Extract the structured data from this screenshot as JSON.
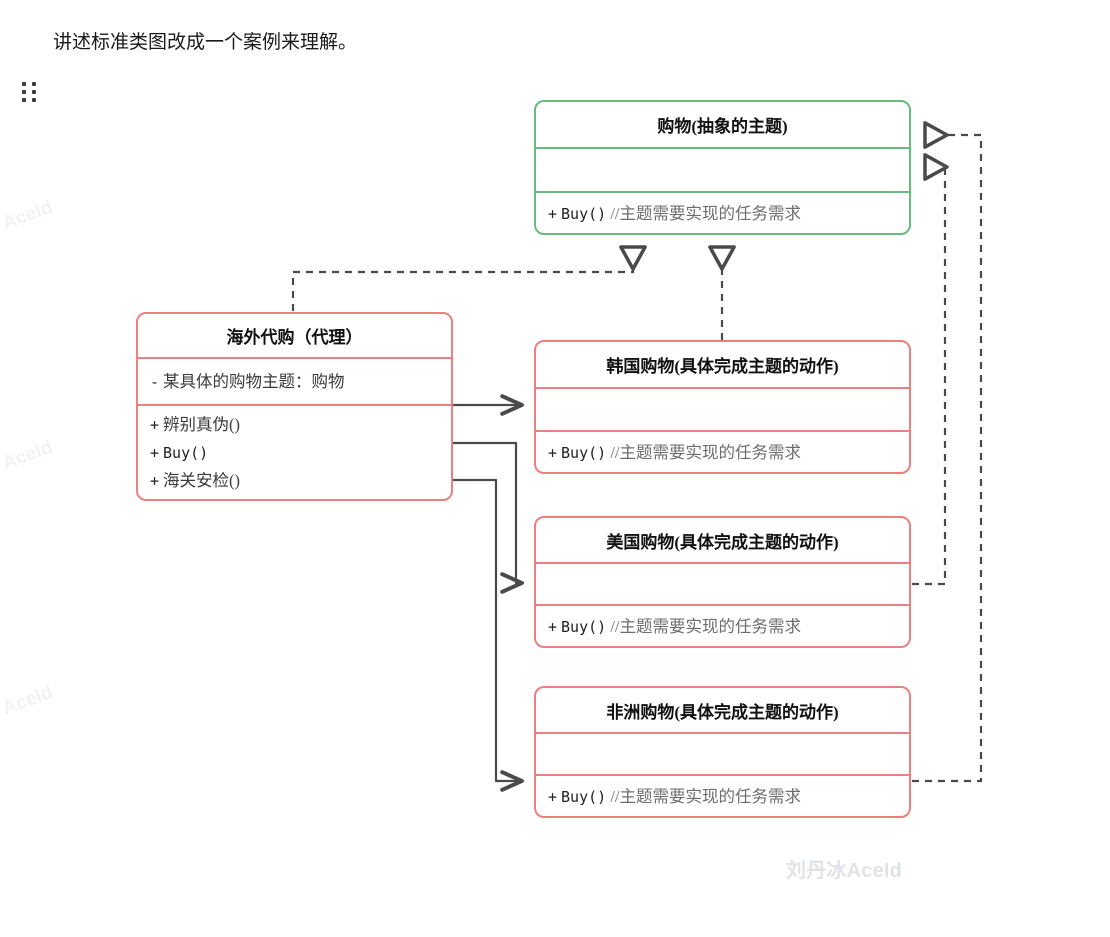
{
  "page": {
    "intro_text": "讲述标准类图改成一个案例来理解。",
    "drag_handle_icon": "drag-dots-icon",
    "watermark_bottom": "刘丹冰AceId",
    "watermark_side": "AceId",
    "colors": {
      "abstract_border": "#67bb7f",
      "concrete_border": "#ec8080",
      "connector": "#4a4a4a",
      "text": "#222222",
      "comment": "#6e6e6e",
      "watermark": "#dfe3e8"
    }
  },
  "diagram": {
    "type": "uml-class-diagram",
    "classes": [
      {
        "id": "shopping",
        "name": "购物(抽象的主题)",
        "stereotype": "abstract",
        "border_color": "#67bb7f",
        "attributes": [],
        "methods": [
          {
            "visibility": "+",
            "signature": "Buy()",
            "comment": "//主题需要实现的任务需求"
          }
        ]
      },
      {
        "id": "overseas-agent",
        "name": "海外代购（代理）",
        "stereotype": "proxy",
        "border_color": "#ec8080",
        "attributes": [
          {
            "visibility": "-",
            "signature": "某具体的购物主题：购物"
          }
        ],
        "methods": [
          {
            "visibility": "+",
            "signature": "辨别真伪()"
          },
          {
            "visibility": "+",
            "signature": "Buy()"
          },
          {
            "visibility": "+",
            "signature": "海关安检()"
          }
        ]
      },
      {
        "id": "korea-shopping",
        "name": "韩国购物(具体完成主题的动作)",
        "stereotype": "concrete",
        "border_color": "#ec8080",
        "attributes": [],
        "methods": [
          {
            "visibility": "+",
            "signature": "Buy()",
            "comment": "//主题需要实现的任务需求"
          }
        ]
      },
      {
        "id": "usa-shopping",
        "name": "美国购物(具体完成主题的动作)",
        "stereotype": "concrete",
        "border_color": "#ec8080",
        "attributes": [],
        "methods": [
          {
            "visibility": "+",
            "signature": "Buy()",
            "comment": "//主题需要实现的任务需求"
          }
        ]
      },
      {
        "id": "africa-shopping",
        "name": "非洲购物(具体完成主题的动作)",
        "stereotype": "concrete",
        "border_color": "#ec8080",
        "attributes": [],
        "methods": [
          {
            "visibility": "+",
            "signature": "Buy()",
            "comment": "//主题需要实现的任务需求"
          }
        ]
      }
    ],
    "relations": [
      {
        "from": "overseas-agent",
        "to": "shopping",
        "kind": "realization",
        "line": "dashed",
        "arrow": "hollow-triangle"
      },
      {
        "from": "korea-shopping",
        "to": "shopping",
        "kind": "realization",
        "line": "dashed",
        "arrow": "hollow-triangle"
      },
      {
        "from": "africa-shopping",
        "to": "shopping",
        "kind": "realization",
        "line": "dashed",
        "arrow": "hollow-triangle"
      },
      {
        "from": "usa-shopping",
        "to": "shopping",
        "kind": "realization",
        "line": "dashed",
        "arrow": "hollow-triangle"
      },
      {
        "from": "overseas-agent",
        "to": "korea-shopping",
        "kind": "association",
        "line": "solid",
        "arrow": "open-arrow"
      },
      {
        "from": "overseas-agent",
        "to": "usa-shopping",
        "kind": "association",
        "line": "solid",
        "arrow": "open-arrow"
      },
      {
        "from": "overseas-agent",
        "to": "africa-shopping",
        "kind": "association",
        "line": "solid",
        "arrow": "open-arrow"
      }
    ]
  }
}
